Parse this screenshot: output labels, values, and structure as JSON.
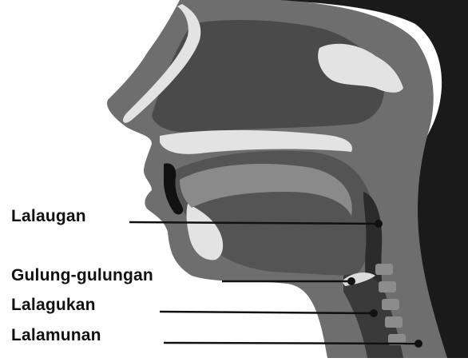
{
  "labels": [
    {
      "id": "lalaugan",
      "text": "Lalaugan"
    },
    {
      "id": "gulung-gulungan",
      "text": "Gulung-gulungan"
    },
    {
      "id": "lalagukan",
      "text": "Lalagukan"
    },
    {
      "id": "lalamunan",
      "text": "Lalamunan"
    }
  ],
  "colors": {
    "background": "#ffffff",
    "dark_region": "#1a1a1a",
    "tissue": "#6e6e6e",
    "cavity": "#4a4a4a",
    "bone": "#e3e3e3",
    "leader_line": "#111111"
  }
}
